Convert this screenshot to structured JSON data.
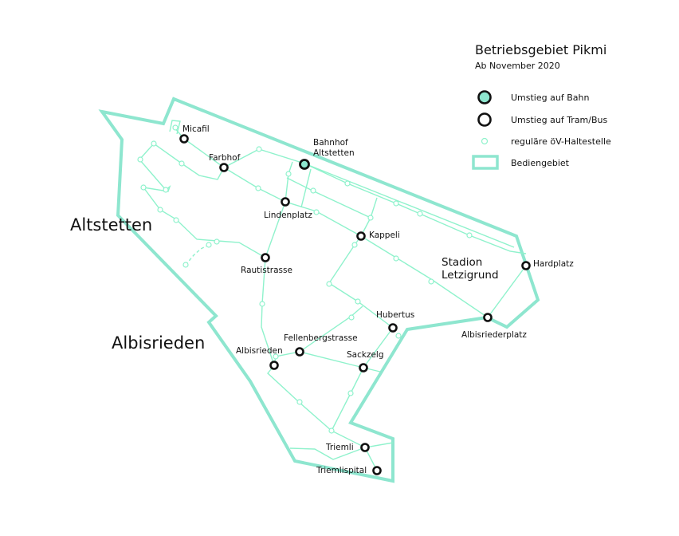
{
  "legend": {
    "title": "Betriebsgebiet Pikmi",
    "subtitle": "Ab November 2020",
    "items": [
      {
        "symbol": "filled-circle-icon",
        "label": "Umstieg auf Bahn"
      },
      {
        "symbol": "ring-icon",
        "label": "Umstieg auf Tram/Bus"
      },
      {
        "symbol": "small-ring-icon",
        "label": "reguläre öV-Haltestelle"
      },
      {
        "symbol": "rectangle-outline-icon",
        "label": "Bediengebiet"
      }
    ]
  },
  "colors": {
    "zone": "#8ee6cf",
    "network": "#8ff2cc",
    "rail_fill": "#8ee6cf",
    "stop_outline": "#111111"
  },
  "areas": {
    "altstetten": "Altstetten",
    "albisrieden": "Albisrieden",
    "stadion_line1": "Stadion",
    "stadion_line2": "Letzigrund"
  },
  "stations": {
    "micafil": "Micafil",
    "farbhof": "Farbhof",
    "bahnhof_line1": "Bahnhof",
    "bahnhof_line2": "Altstetten",
    "lindenplatz": "Lindenplatz",
    "kappeli": "Kappeli",
    "rautistrasse": "Rautistrasse",
    "hardplatz": "Hardplatz",
    "hubertus": "Hubertus",
    "fellenbergstrasse": "Fellenbergstrasse",
    "albisrieden": "Albisrieden",
    "sackzelg": "Sackzelg",
    "albisriederplatz": "Albisriederplatz",
    "triemli": "Triemli",
    "triemlispital": "Triemlispital"
  }
}
